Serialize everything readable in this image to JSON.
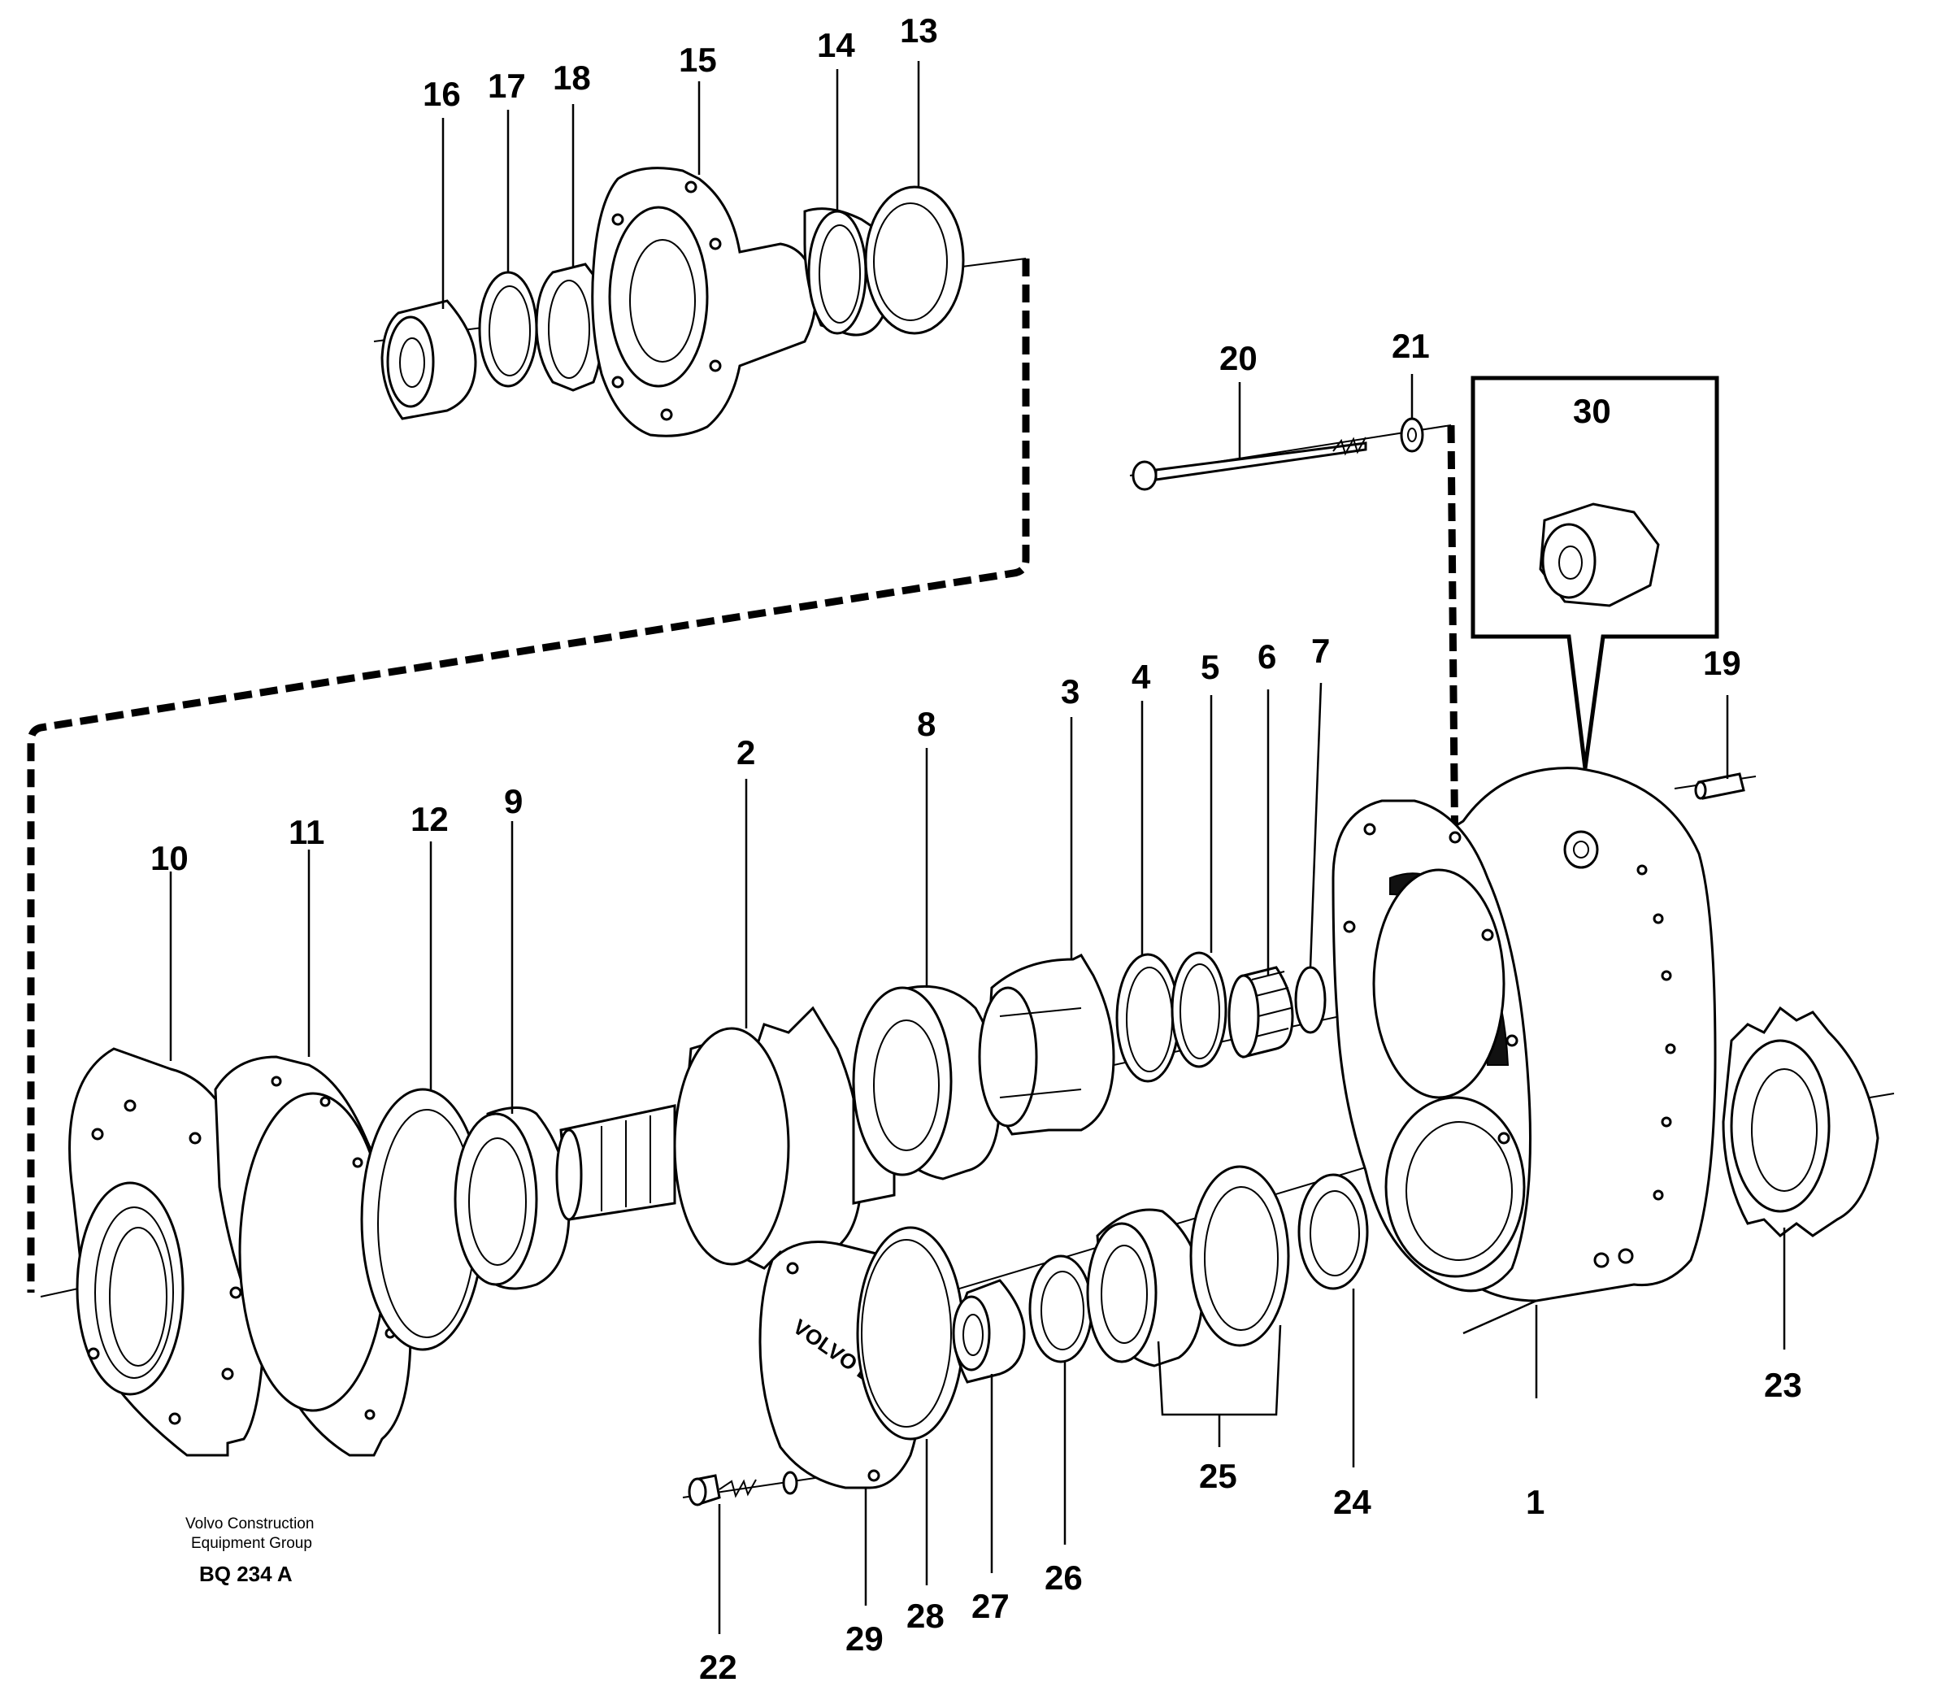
{
  "drawing": {
    "credit_line1": "Volvo Construction",
    "credit_line2": "Equipment Group",
    "code": "BQ 234 A",
    "cover_text": "VOLVO BM"
  },
  "labels": [
    "1",
    "2",
    "3",
    "4",
    "5",
    "6",
    "7",
    "8",
    "9",
    "10",
    "11",
    "12",
    "13",
    "14",
    "15",
    "16",
    "17",
    "18",
    "19",
    "20",
    "21",
    "22",
    "23",
    "24",
    "25",
    "26",
    "27",
    "28",
    "29",
    "30"
  ]
}
